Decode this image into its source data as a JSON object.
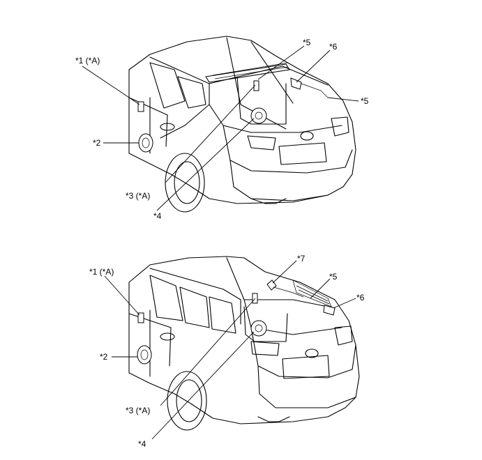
{
  "diagrams": [
    {
      "labels": {
        "c1": "*1 (*A)",
        "c2": "*2",
        "c3": "*3 (*A)",
        "c4": "*4",
        "c5a": "*5",
        "c5b": "*5",
        "c6": "*6"
      }
    },
    {
      "labels": {
        "c1": "*1 (*A)",
        "c2": "*2",
        "c3": "*3 (*A)",
        "c4": "*4",
        "c5": "*5",
        "c6": "*6",
        "c7": "*7"
      }
    }
  ]
}
